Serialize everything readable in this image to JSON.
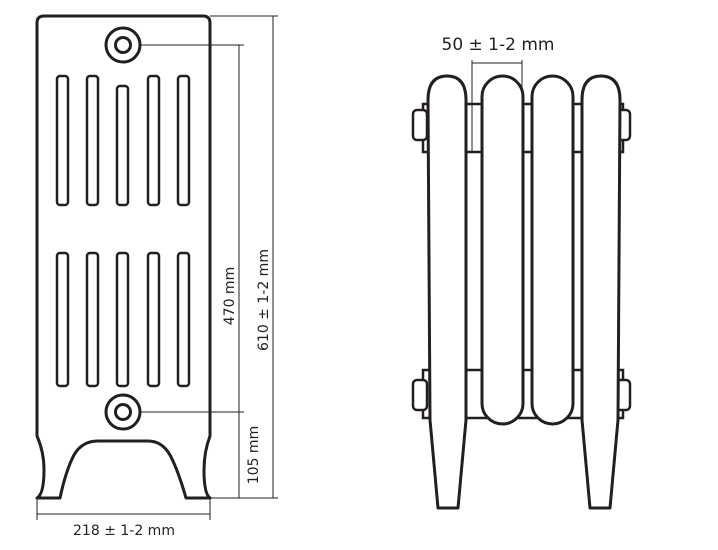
{
  "dimensions": {
    "section_pitch": "50 ± 1-2 mm",
    "width": "218 ± 1-2 mm",
    "height_total": "610 ± 1-2 mm",
    "height_axis": "470 mm",
    "leg_height": "105 mm"
  },
  "colors": {
    "line": "#231f20",
    "background": "#ffffff"
  }
}
